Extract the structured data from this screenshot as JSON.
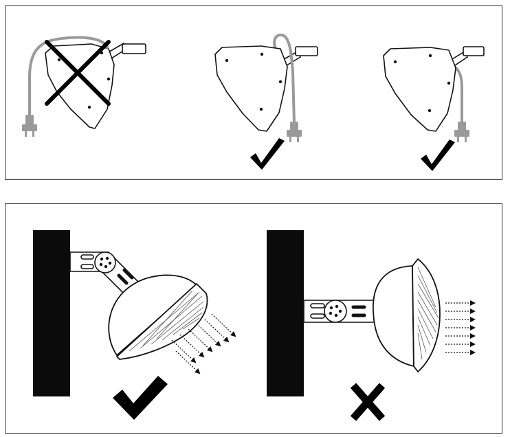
{
  "diagram": {
    "panels": [
      {
        "id": "cable-routing",
        "figures": [
          {
            "id": "cable-over-housing",
            "verdict": "incorrect",
            "mark_icon": "cross-mark-icon"
          },
          {
            "id": "cable-clipped-behind-left",
            "verdict": "correct",
            "mark_icon": "check-mark-icon"
          },
          {
            "id": "cable-clipped-behind-right",
            "verdict": "correct",
            "mark_icon": "check-mark-icon"
          }
        ]
      },
      {
        "id": "mounting-angle",
        "figures": [
          {
            "id": "angled-downward",
            "verdict": "correct",
            "mark_icon": "check-mark-icon"
          },
          {
            "id": "horizontal",
            "verdict": "incorrect",
            "mark_icon": "cross-mark-icon"
          }
        ]
      }
    ],
    "colors": {
      "outline": "#111111",
      "cable": "#9a9a9a",
      "wall": "#0b0b0b",
      "mark": "#000000",
      "panel_border": "#333333"
    }
  }
}
